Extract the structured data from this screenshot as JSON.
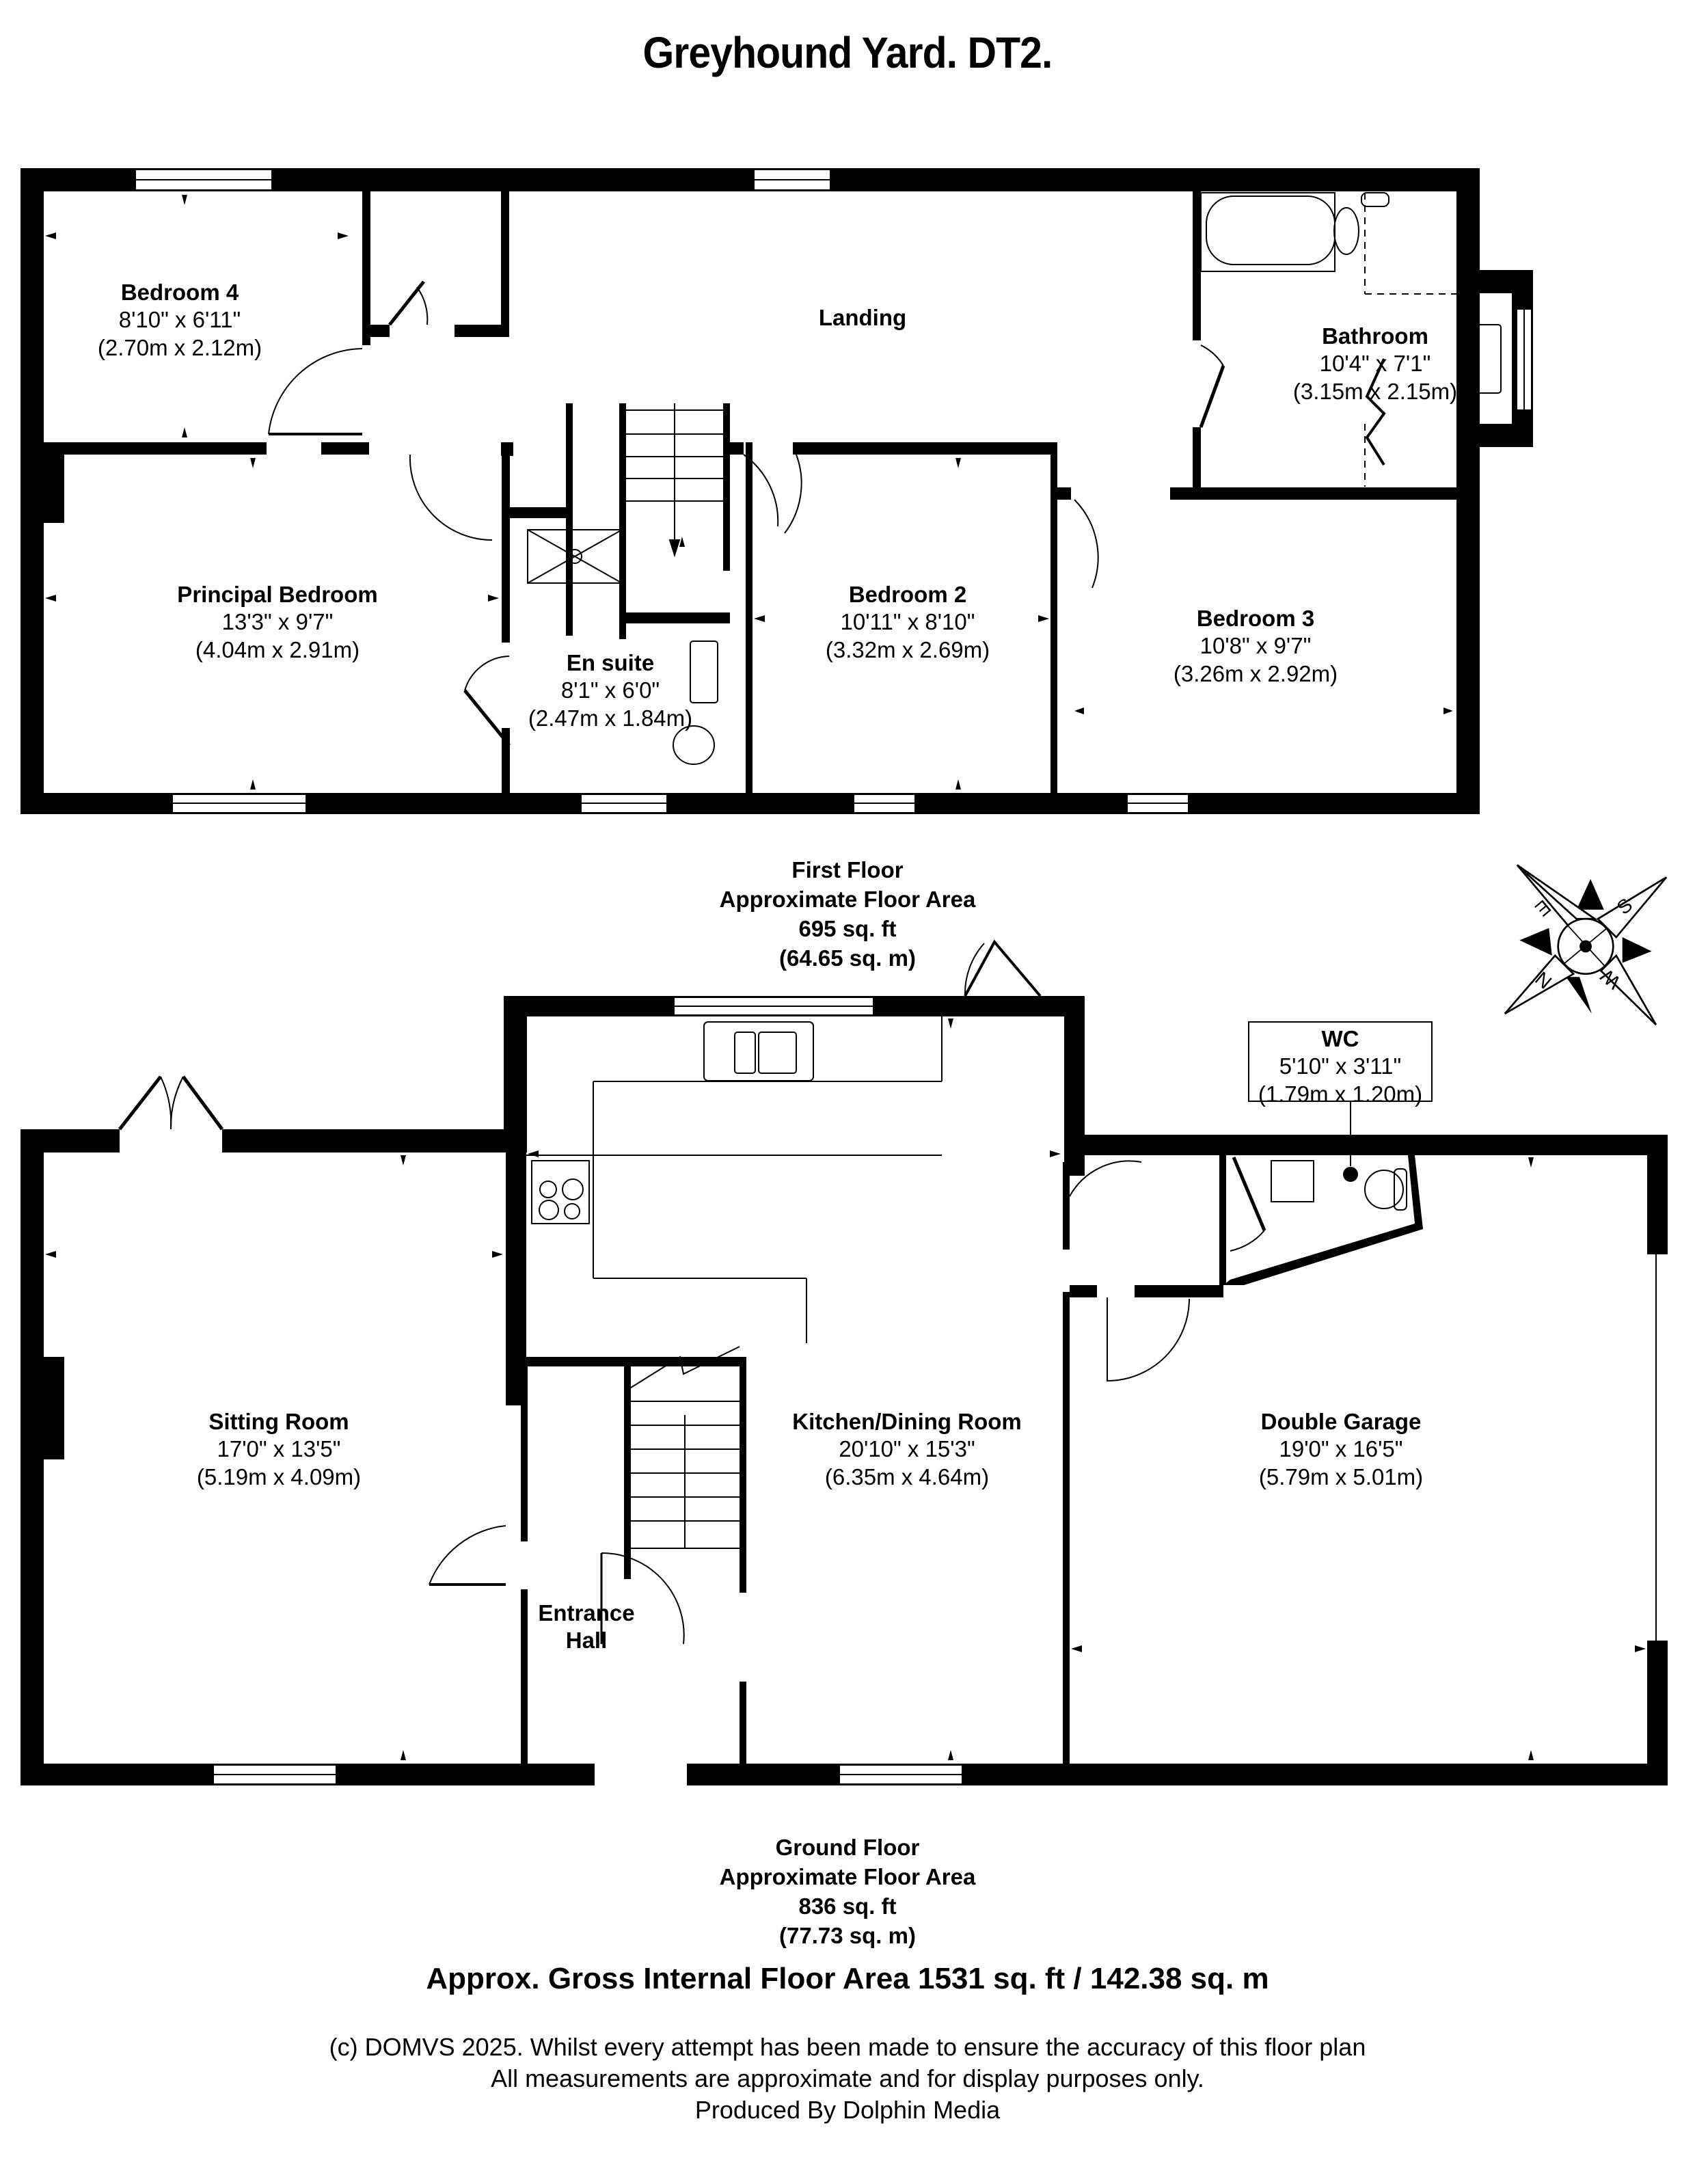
{
  "title": "Greyhound Yard. DT2.",
  "colors": {
    "wall": "#000000",
    "background": "#ffffff"
  },
  "first_floor": {
    "rooms": [
      {
        "name": "Bedroom 4",
        "imperial": "8'10\" x 6'11\"",
        "metric": "(2.70m x 2.12m)"
      },
      {
        "name": "Landing",
        "imperial": "",
        "metric": ""
      },
      {
        "name": "Bathroom",
        "imperial": "10'4\" x 7'1\"",
        "metric": "(3.15m x 2.15m)"
      },
      {
        "name": "Principal Bedroom",
        "imperial": "13'3\" x 9'7\"",
        "metric": "(4.04m x 2.91m)"
      },
      {
        "name": "En suite",
        "imperial": "8'1\" x 6'0\"",
        "metric": "(2.47m x 1.84m)"
      },
      {
        "name": "Bedroom 2",
        "imperial": "10'11\" x 8'10\"",
        "metric": "(3.32m x 2.69m)"
      },
      {
        "name": "Bedroom 3",
        "imperial": "10'8\" x 9'7\"",
        "metric": "(3.26m x 2.92m)"
      }
    ],
    "area": {
      "label": "First Floor",
      "caption": "Approximate Floor Area",
      "sqft": "695 sq. ft",
      "sqm": "(64.65 sq. m)"
    }
  },
  "ground_floor": {
    "rooms": [
      {
        "name": "Sitting Room",
        "imperial": "17'0\" x 13'5\"",
        "metric": "(5.19m x 4.09m)"
      },
      {
        "name": "Kitchen/Dining Room",
        "imperial": "20'10\" x 15'3\"",
        "metric": "(6.35m x 4.64m)"
      },
      {
        "name": "Double Garage",
        "imperial": "19'0\" x 16'5\"",
        "metric": "(5.79m x 5.01m)"
      },
      {
        "name": "WC",
        "imperial": "5'10\" x 3'11\"",
        "metric": "(1.79m x 1.20m)"
      },
      {
        "name": "Entrance",
        "name2": "Hall"
      }
    ],
    "area": {
      "label": "Ground Floor",
      "caption": "Approximate Floor Area",
      "sqft": "836 sq. ft",
      "sqm": "(77.73 sq. m)"
    }
  },
  "compass": {
    "icon": "compass-rose-icon",
    "letters": [
      "N",
      "E",
      "S",
      "W"
    ]
  },
  "gross_area": "Approx. Gross Internal Floor Area 1531 sq. ft / 142.38 sq. m",
  "footer": {
    "line1": "(c) DOMVS 2025. Whilst every attempt has been made to ensure the accuracy of this floor plan",
    "line2": "All measurements are approximate and for display purposes only.",
    "line3": "Produced By Dolphin Media"
  }
}
